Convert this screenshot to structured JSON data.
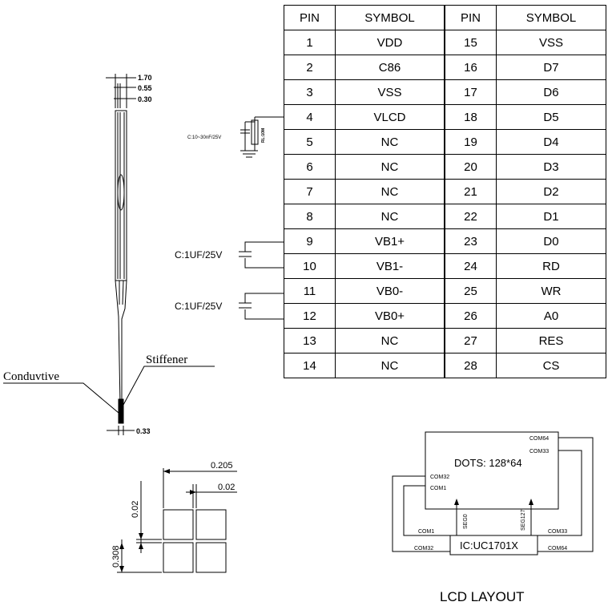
{
  "pin_table": {
    "headers": [
      "PIN",
      "SYMBOL",
      "PIN",
      "SYMBOL"
    ],
    "rows": [
      {
        "p1": "1",
        "s1": "VDD",
        "p2": "15",
        "s2": "VSS"
      },
      {
        "p1": "2",
        "s1": "C86",
        "p2": "16",
        "s2": "D7"
      },
      {
        "p1": "3",
        "s1": "VSS",
        "p2": "17",
        "s2": "D6"
      },
      {
        "p1": "4",
        "s1": "VLCD",
        "p2": "18",
        "s2": "D5"
      },
      {
        "p1": "5",
        "s1": "NC",
        "p2": "19",
        "s2": "D4"
      },
      {
        "p1": "6",
        "s1": "NC",
        "p2": "20",
        "s2": "D3"
      },
      {
        "p1": "7",
        "s1": "NC",
        "p2": "21",
        "s2": "D2"
      },
      {
        "p1": "8",
        "s1": "NC",
        "p2": "22",
        "s2": "D1"
      },
      {
        "p1": "9",
        "s1": "VB1+",
        "p2": "23",
        "s2": "D0"
      },
      {
        "p1": "10",
        "s1": "VB1-",
        "p2": "24",
        "s2": "RD"
      },
      {
        "p1": "11",
        "s1": "VB0-",
        "p2": "25",
        "s2": "WR"
      },
      {
        "p1": "12",
        "s1": "VB0+",
        "p2": "26",
        "s2": "A0"
      },
      {
        "p1": "13",
        "s1": "NC",
        "p2": "27",
        "s2": "RES"
      },
      {
        "p1": "14",
        "s1": "NC",
        "p2": "28",
        "s2": "CS"
      }
    ]
  },
  "side_view": {
    "dim_top_1": "1.70",
    "dim_top_2": "0.55",
    "dim_top_3": "0.30",
    "dim_bottom": "0.33",
    "label_conductive": "Conduvtive",
    "label_stiffener": "Stiffener"
  },
  "capacitors": {
    "vlcd_cap": "C:10~30nF/25V",
    "vlcd_res": "RL:10M",
    "vb1_cap": "C:1UF/25V",
    "vb0_cap": "C:1UF/25V"
  },
  "dot_detail": {
    "dim_pitch": "0.205",
    "dim_gap_h": "0.02",
    "dim_gap_v": "0.02",
    "dim_height": "0.308"
  },
  "lcd_layout": {
    "title": "LCD LAYOUT",
    "dots": "DOTS: 128*64",
    "ic": "IC:UC1701X",
    "com64_top": "COM64",
    "com33_top": "COM33",
    "com32_left": "COM32",
    "com1_left": "COM1",
    "seg0": "SEG0",
    "seg127": "SEG127",
    "com1_bottom": "COM1",
    "com33_bottom": "COM33",
    "com32_bottom": "COM32",
    "com64_bottom": "COM64"
  }
}
